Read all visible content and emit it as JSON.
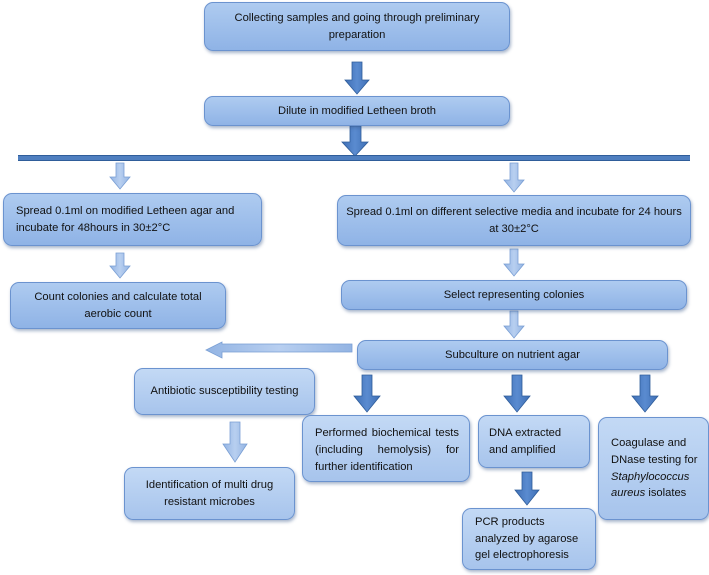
{
  "flowchart": {
    "step1": "Collecting samples and going through preliminary preparation",
    "step2": "Dilute in modified Letheen broth",
    "left_branch": {
      "spread": "Spread 0.1ml on modified Letheen agar and incubate for 48hours in 30±2°C",
      "count": "Count colonies and calculate total aerobic count"
    },
    "right_branch": {
      "spread": "Spread 0.1ml on different selective media and incubate for 24 hours at 30±2°C",
      "select": "Select representing colonies",
      "subculture": "Subculture on nutrient agar"
    },
    "tests": {
      "antibiotic": "Antibiotic susceptibility testing",
      "mdr": "Identification of multi drug resistant microbes",
      "biochemical": "Performed biochemical tests (including hemolysis) for further identification",
      "dna": "DNA extracted and amplified",
      "pcr": "PCR products analyzed by agarose gel electrophoresis",
      "coagulase_prefix": "Coagulase and DNase testing for",
      "coagulase_species": "Staphylococcus aureus",
      "coagulase_suffix": "isolates"
    }
  },
  "colors": {
    "box_fill": "#9dbdea",
    "box_border": "#6b93cf",
    "arrow_dark": "#4a7cc4",
    "arrow_light": "#a6c3ea",
    "bar": "#4f7fc0"
  }
}
